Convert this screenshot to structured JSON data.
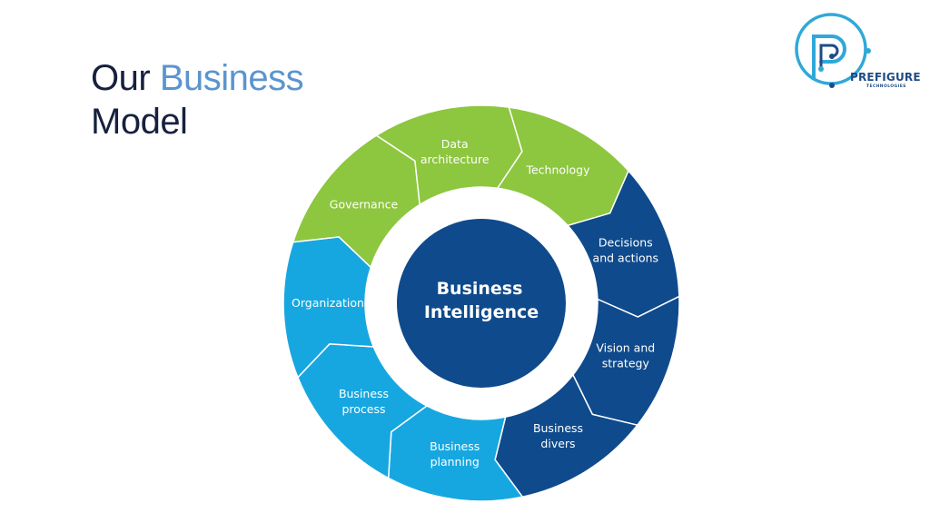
{
  "title": {
    "word1": "Our",
    "word2": "Business",
    "word3": "Model"
  },
  "logo": {
    "name": "PREFIGURE",
    "sub": "TECHNOLOGIES"
  },
  "center": {
    "line1": "Business",
    "line2": "Intelligence"
  },
  "segments": [
    {
      "lines": [
        "Technology"
      ],
      "color": "#8dc63f"
    },
    {
      "lines": [
        "Decisions",
        "and actions"
      ],
      "color": "#0f4a8c"
    },
    {
      "lines": [
        "Vision and",
        "strategy"
      ],
      "color": "#0f4a8c"
    },
    {
      "lines": [
        "Business",
        "divers"
      ],
      "color": "#0f4a8c"
    },
    {
      "lines": [
        "Business",
        "planning"
      ],
      "color": "#17a7e0"
    },
    {
      "lines": [
        "Business",
        "process"
      ],
      "color": "#17a7e0"
    },
    {
      "lines": [
        "Organization"
      ],
      "color": "#17a7e0"
    },
    {
      "lines": [
        "Governance"
      ],
      "color": "#8dc63f"
    },
    {
      "lines": [
        "Data",
        "architecture"
      ],
      "color": "#8dc63f"
    }
  ],
  "colors": {
    "title_dark": "#16213e",
    "title_accent": "#5b95cf",
    "center_fill": "#0f4a8c",
    "logo": "#1f4b86"
  }
}
